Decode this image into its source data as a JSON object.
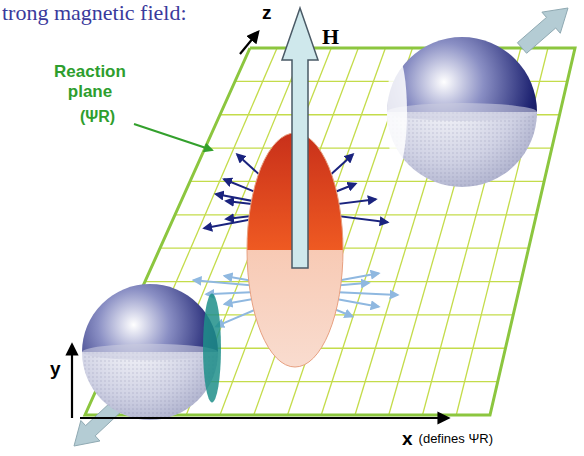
{
  "diagram": {
    "title": "trong magnetic field:",
    "labels": [
      "z",
      "H",
      "Reaction plane",
      "(ΨR)",
      "y",
      "x",
      "(defines ΨR)"
    ]
  }
}
